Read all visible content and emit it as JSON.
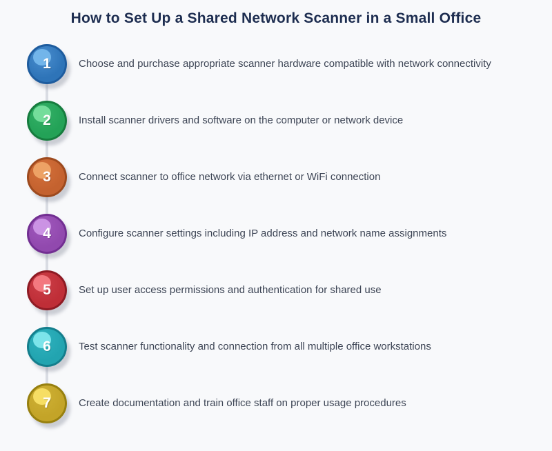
{
  "title": "How to Set Up a Shared Network Scanner in a Small Office",
  "theme": {
    "background": "#f8f9fb",
    "title_color": "#1d2d50",
    "text_color": "#3d4555",
    "connector_color": "#d9dce3",
    "number_color": "#ffffff"
  },
  "steps": [
    {
      "number": "1",
      "label": "Choose and purchase appropriate scanner hardware compatible with network connectivity",
      "colors": {
        "fill": "#2e74b8",
        "fill_light": "#4a8ecf",
        "border": "#1e5c9e",
        "highlight": "#72b5ea"
      }
    },
    {
      "number": "2",
      "label": "Install scanner drivers and software on the computer or network device",
      "colors": {
        "fill": "#23a257",
        "fill_light": "#35b168",
        "border": "#167c3e",
        "highlight": "#74dd9b"
      }
    },
    {
      "number": "3",
      "label": "Connect scanner to office network via ethernet or WiFi connection",
      "colors": {
        "fill": "#c4622f",
        "fill_light": "#d4703a",
        "border": "#9d4a1e",
        "highlight": "#eda265"
      }
    },
    {
      "number": "4",
      "label": "Configure scanner settings including IP address and network name assignments",
      "colors": {
        "fill": "#9149ae",
        "fill_light": "#a159bd",
        "border": "#722f92",
        "highlight": "#cb93e4"
      }
    },
    {
      "number": "5",
      "label": "Set up user access permissions and authentication for shared use",
      "colors": {
        "fill": "#bf2e37",
        "fill_light": "#cc3f48",
        "border": "#8e1b24",
        "highlight": "#f3787f"
      }
    },
    {
      "number": "6",
      "label": "Test scanner functionality and connection from all multiple office workstations",
      "colors": {
        "fill": "#22a4b0",
        "fill_light": "#2fb2be",
        "border": "#147e8c",
        "highlight": "#7ce4ea"
      }
    },
    {
      "number": "7",
      "label": "Create documentation and train office staff on proper usage procedures",
      "colors": {
        "fill": "#c3a428",
        "fill_light": "#cfb135",
        "border": "#97800f",
        "highlight": "#f6de64"
      }
    }
  ]
}
